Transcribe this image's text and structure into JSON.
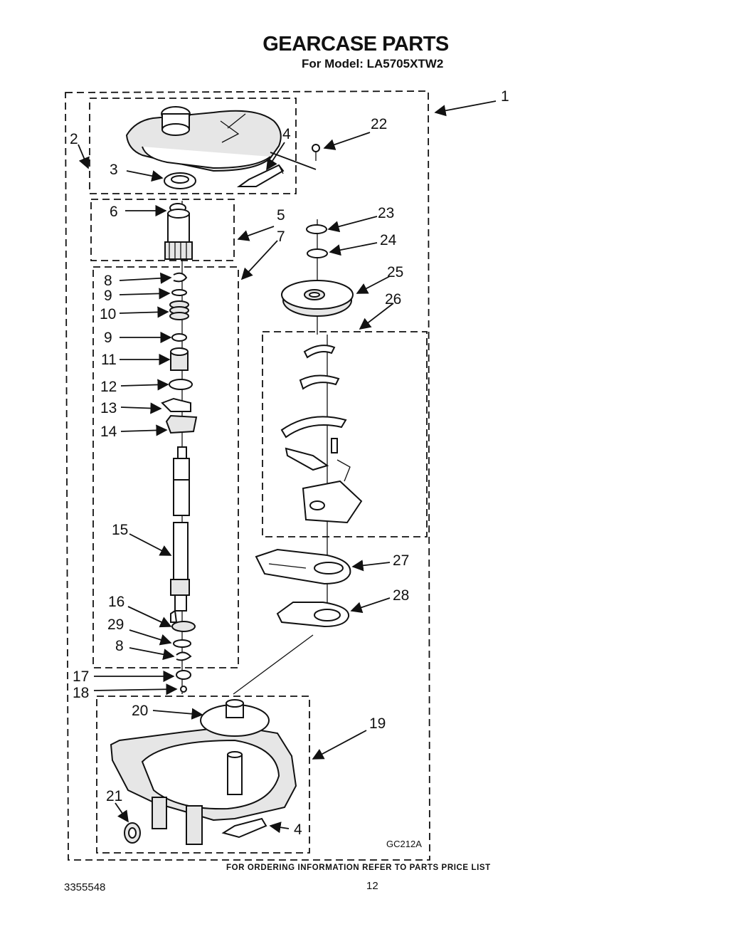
{
  "header": {
    "title": "GEARCASE PARTS",
    "subtitle": "For Model: LA5705XTW2"
  },
  "diagram": {
    "code": "GC212A",
    "callouts": [
      "1",
      "2",
      "3",
      "4",
      "22",
      "6",
      "5",
      "7",
      "23",
      "24",
      "8",
      "9",
      "10",
      "25",
      "26",
      "9",
      "11",
      "12",
      "13",
      "14",
      "15",
      "27",
      "16",
      "28",
      "29",
      "8",
      "17",
      "18",
      "20",
      "19",
      "21",
      "4"
    ]
  },
  "footer": {
    "note": "FOR ORDERING INFORMATION REFER TO PARTS PRICE LIST",
    "document_number": "3355548",
    "page_number": "12"
  }
}
